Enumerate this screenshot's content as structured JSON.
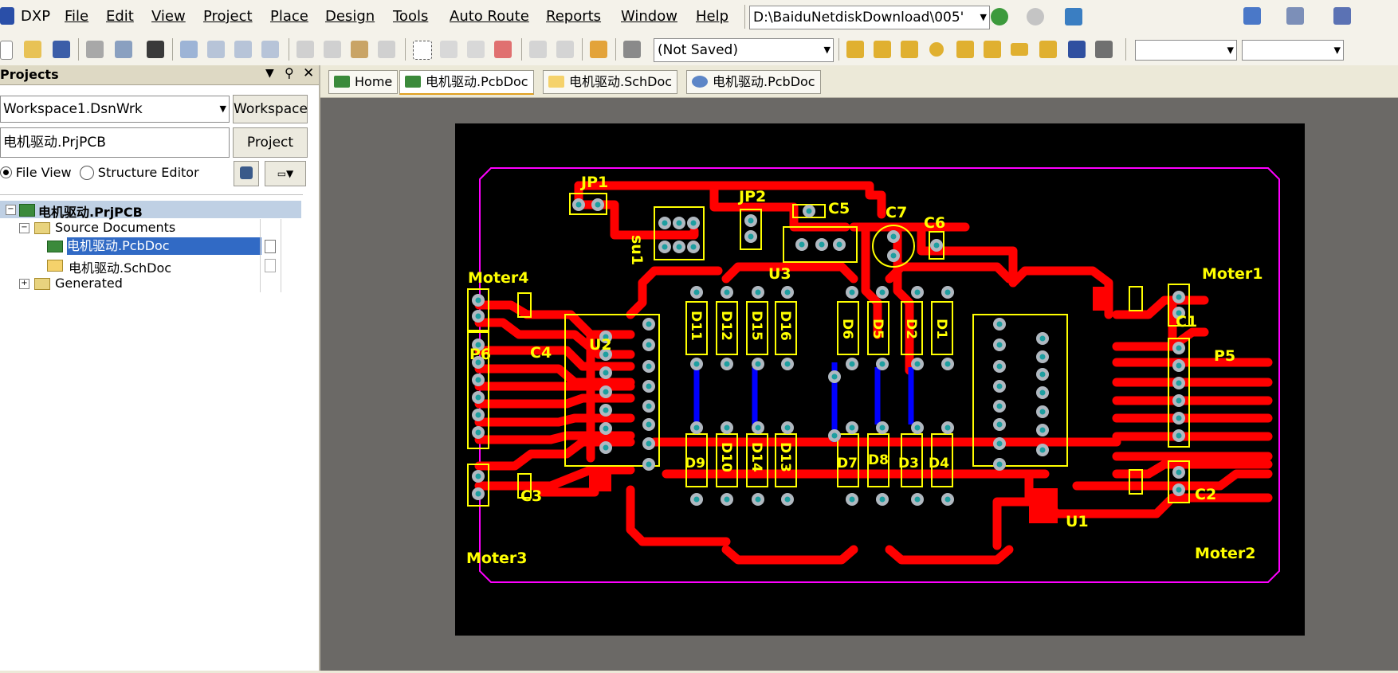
{
  "menubar": {
    "app_label": "DXP",
    "items": [
      "File",
      "Edit",
      "View",
      "Project",
      "Place",
      "Design",
      "Tools",
      "Auto Route",
      "Reports",
      "Window",
      "Help"
    ],
    "path_value": "D:\\BaiduNetdiskDownload\\005'"
  },
  "toolbar": {
    "view_combo_value": "(Not Saved)",
    "icons": [
      "new-doc-icon",
      "open-folder-icon",
      "save-icon",
      "print-icon",
      "print-preview-icon",
      "layer-stack-icon",
      "zoom-fit-icon",
      "zoom-area-icon",
      "zoom-selected-icon",
      "zoom-filtered-icon",
      "cut-icon",
      "copy-icon",
      "paste-icon",
      "rubber-stamp-icon",
      "select-area-icon",
      "move-icon",
      "cross-probe-icon",
      "clear-icon",
      "undo-icon",
      "redo-icon",
      "jump-icon",
      "component-filter-icon",
      "interactive-route-icon",
      "route-multiple-icon",
      "differential-pair-icon",
      "via-icon",
      "pad-icon",
      "arc-icon",
      "fill-icon",
      "polygon-icon",
      "string-icon",
      "component-icon"
    ]
  },
  "panel": {
    "title": "Projects",
    "workspace_value": "Workspace1.DsnWrk",
    "workspace_button": "Workspace",
    "project_value": "电机驱动.PrjPCB",
    "project_button": "Project",
    "view_option_file": "File View",
    "view_option_structure": "Structure Editor",
    "tree": {
      "root": "电机驱动.PrjPCB",
      "source_folder": "Source Documents",
      "pcb_doc": "电机驱动.PcbDoc",
      "sch_doc": "电机驱动.SchDoc",
      "generated_folder": "Generated"
    }
  },
  "doc_tabs": [
    {
      "label": "Home",
      "icon": "home-icon"
    },
    {
      "label": "电机驱动.PcbDoc",
      "icon": "pcb-doc-icon"
    },
    {
      "label": "电机驱动.SchDoc",
      "icon": "sch-doc-icon"
    },
    {
      "label": "电机驱动.PcbDoc",
      "icon": "web-pcb-icon"
    }
  ],
  "pcb": {
    "colors": {
      "background": "#000000",
      "board_outline": "#ff00ff",
      "top_copper": "#ff0000",
      "bottom_copper": "#0000ff",
      "silkscreen": "#ffff00",
      "pad": "#b0b8c0",
      "hole": "#1e9ea0"
    },
    "designators": {
      "jp1": "JP1",
      "jp2": "JP2",
      "c5": "C5",
      "c7": "C7",
      "c6": "C6",
      "su1": "su1",
      "u3": "U3",
      "moter4": "Moter4",
      "moter1": "Moter1",
      "moter3": "Moter3",
      "moter2": "Moter2",
      "c1": "C1",
      "c2": "C2",
      "c3": "C3",
      "c4": "C4",
      "p5": "P5",
      "p6": "P6",
      "u1": "U1",
      "u2": "U2",
      "d11": "D11",
      "d12": "D12",
      "d15": "D15",
      "d16": "D16",
      "d6": "D6",
      "d5": "D5",
      "d2": "D2",
      "d1": "D1",
      "d9": "D9",
      "d10": "D10",
      "d14": "D14",
      "d13": "D13",
      "d7": "D7",
      "d8": "D8",
      "d3": "D3",
      "d4": "D4"
    }
  }
}
